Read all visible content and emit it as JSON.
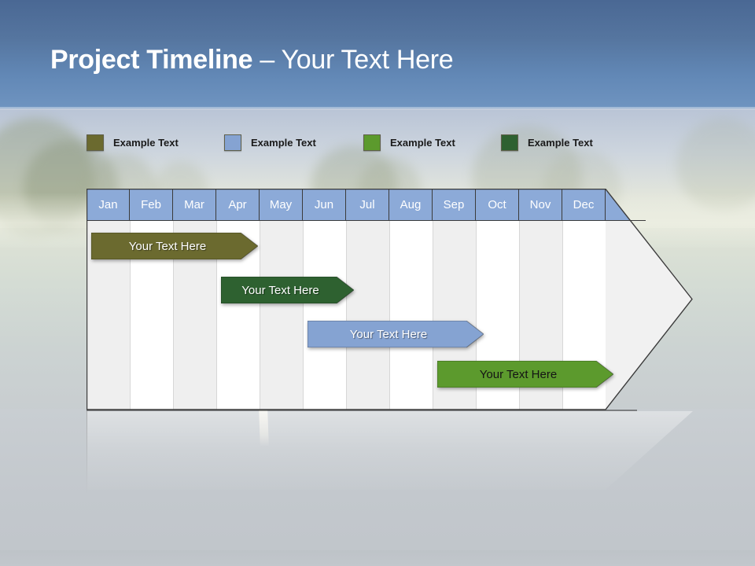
{
  "title": {
    "strong": "Project Timeline",
    "separator": " – ",
    "light": "Your Text Here"
  },
  "colors": {
    "title_band_top": "#4a6894",
    "title_band_bottom": "#6f94c0",
    "month_header": "#8caad8",
    "board_fill": "#f1f1f1",
    "column_shade": "#efefef",
    "column_plain": "#ffffff",
    "olive": "#6b6a2f",
    "dark_green": "#2e6130",
    "light_blue": "#85a3d2",
    "bright_green": "#5c9a2d",
    "outline": "#3b3b3b"
  },
  "legend": {
    "items": [
      {
        "label": "Example Text",
        "color": "#6b6a2f",
        "swatch_name": "legend-swatch-olive"
      },
      {
        "label": "Example Text",
        "color": "#85a3d2",
        "swatch_name": "legend-swatch-blue"
      },
      {
        "label": "Example Text",
        "color": "#5c9a2d",
        "swatch_name": "legend-swatch-light-green"
      },
      {
        "label": "Example Text",
        "color": "#2e6130",
        "swatch_name": "legend-swatch-dark-green"
      }
    ]
  },
  "chart_data": {
    "type": "bar",
    "chart_kind": "gantt-timeline",
    "title": "Project Timeline – Your Text Here",
    "xlabel": "",
    "ylabel": "",
    "categories": [
      "Jan",
      "Feb",
      "Mar",
      "Apr",
      "May",
      "Jun",
      "Jul",
      "Aug",
      "Sep",
      "Oct",
      "Nov",
      "Dec"
    ],
    "grid": true,
    "legend_position": "top",
    "series": [
      {
        "name": "Example Text",
        "label": "Your  Text Here",
        "color": "#6b6a2f",
        "text_color": "#ffffff",
        "start_month": "Jan",
        "end_month": "Apr",
        "start_index": 0,
        "end_index": 3,
        "duration_months": 4
      },
      {
        "name": "Example Text",
        "label": "Your  Text Here",
        "color": "#2e6130",
        "text_color": "#ffffff",
        "start_month": "Apr",
        "end_month": "Jun",
        "start_index": 3,
        "end_index": 5,
        "duration_months": 3
      },
      {
        "name": "Example Text",
        "label": "Your  Text Here",
        "color": "#85a3d2",
        "text_color": "#ffffff",
        "start_month": "Jun",
        "end_month": "Sep",
        "start_index": 5,
        "end_index": 8,
        "duration_months": 4
      },
      {
        "name": "Example Text",
        "label": "Your  Text Here",
        "color": "#5c9a2d",
        "text_color": "#141414",
        "start_month": "Sep",
        "end_month": "Dec",
        "start_index": 8,
        "end_index": 11,
        "duration_months": 4
      }
    ]
  }
}
